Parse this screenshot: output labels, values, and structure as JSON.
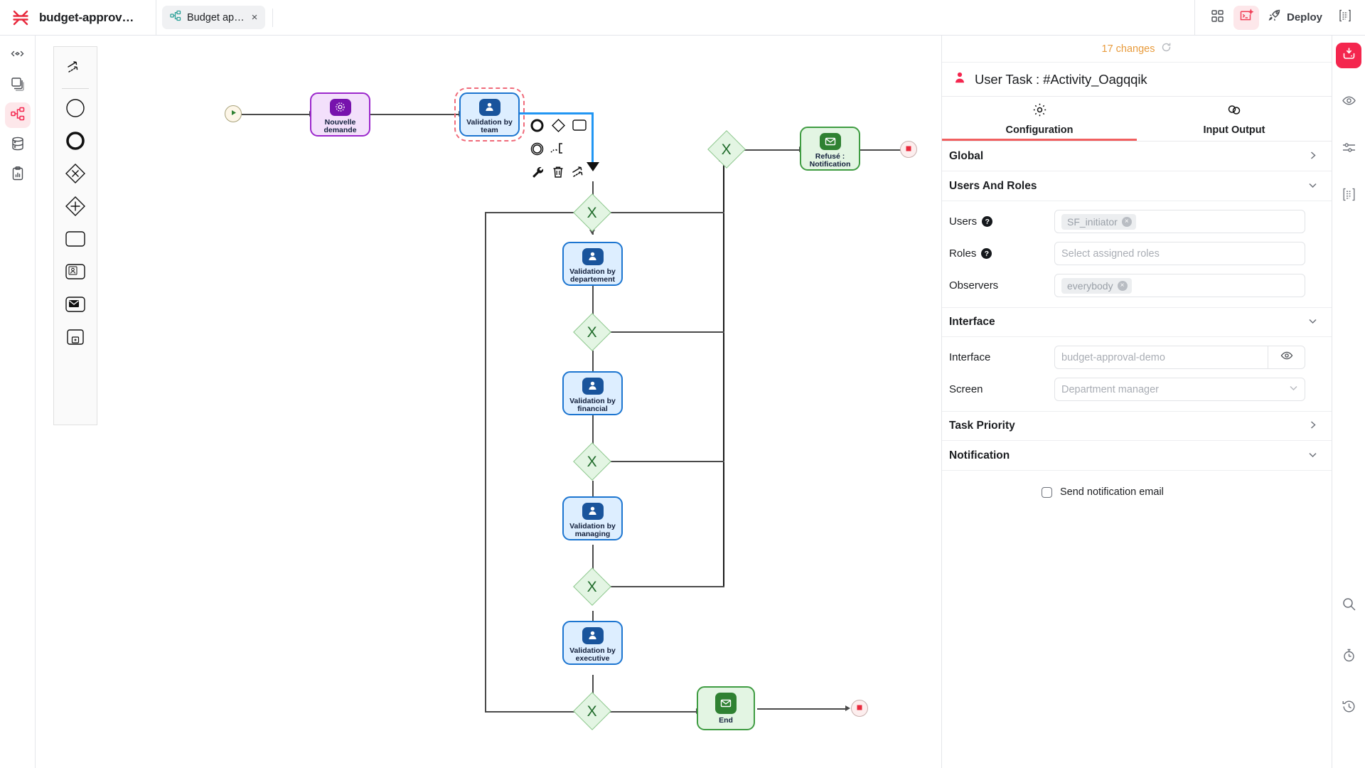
{
  "topbar": {
    "logo_icon": "xyz-logo-icon",
    "project_title": "budget-approv…",
    "tab": {
      "icon": "process-diagram-icon",
      "label": "Budget ap…",
      "close": "×"
    },
    "buttons": [
      {
        "name": "apps-grid-button",
        "icon": "apps-grid-icon",
        "label": ""
      },
      {
        "name": "script-editor-button",
        "icon": "script-sparkle-icon",
        "label": ""
      },
      {
        "name": "deploy-button",
        "icon": "rocket-icon",
        "label": "Deploy"
      },
      {
        "name": "documentation-button",
        "icon": "document-lines-icon",
        "label": ""
      }
    ]
  },
  "left_rail": [
    {
      "name": "sidebar-item-connectors",
      "icon": "arrows-horizontal-icon",
      "active": false
    },
    {
      "name": "sidebar-item-layers",
      "icon": "stacked-layers-icon",
      "active": false
    },
    {
      "name": "sidebar-item-process",
      "icon": "process-nodes-icon",
      "active": true
    },
    {
      "name": "sidebar-item-data",
      "icon": "database-icon",
      "active": false
    },
    {
      "name": "sidebar-item-reports",
      "icon": "clipboard-chart-icon",
      "active": false
    }
  ],
  "palette": [
    {
      "name": "palette-lasso-tool",
      "icon": "lasso-arrows-icon"
    },
    {
      "name": "palette-start-event",
      "icon": "circle-thin-icon"
    },
    {
      "name": "palette-end-event",
      "icon": "circle-thick-icon"
    },
    {
      "name": "palette-exclusive-gateway",
      "icon": "diamond-x-icon"
    },
    {
      "name": "palette-parallel-gateway",
      "icon": "diamond-plus-icon"
    },
    {
      "name": "palette-task",
      "icon": "rounded-rect-icon"
    },
    {
      "name": "palette-user-task",
      "icon": "user-task-icon"
    },
    {
      "name": "palette-send-task",
      "icon": "envelope-task-icon"
    },
    {
      "name": "palette-subprocess",
      "icon": "subprocess-plus-icon"
    }
  ],
  "context_pad": [
    {
      "name": "ctx-append-end-event",
      "icon": "circle-thick-icon"
    },
    {
      "name": "ctx-append-gateway",
      "icon": "diamond-icon"
    },
    {
      "name": "ctx-append-task",
      "icon": "rounded-rect-icon"
    },
    {
      "name": "ctx-append-intermediate-event",
      "icon": "circle-double-icon"
    },
    {
      "name": "ctx-append-text-annotation",
      "icon": "text-annotation-icon"
    },
    {
      "name": "ctx-change-type",
      "icon": "wrench-icon"
    },
    {
      "name": "ctx-delete",
      "icon": "trash-icon"
    },
    {
      "name": "ctx-connect",
      "icon": "connect-arrows-icon"
    }
  ],
  "diagram": {
    "nodes": [
      {
        "id": "start",
        "type": "start-event",
        "label": "",
        "icon": "play-icon"
      },
      {
        "id": "nouvelle-demande",
        "type": "service-task",
        "label": "Nouvelle demande",
        "icon": "gear-dotted-icon"
      },
      {
        "id": "validation-team",
        "type": "user-task",
        "label": "Validation by team",
        "icon": "user-icon",
        "selected": true
      },
      {
        "id": "gw-top",
        "type": "exclusive-gateway",
        "label": "X"
      },
      {
        "id": "gw-refuse",
        "type": "exclusive-gateway",
        "label": "X"
      },
      {
        "id": "refuse-notification",
        "type": "send-task",
        "label": "Refusé : Notification",
        "icon": "envelope-icon"
      },
      {
        "id": "end-refuse",
        "type": "end-event",
        "label": "",
        "icon": "stop-icon"
      },
      {
        "id": "validation-departement",
        "type": "user-task",
        "label": "Validation by departement",
        "icon": "user-icon"
      },
      {
        "id": "gw-1",
        "type": "exclusive-gateway",
        "label": "X"
      },
      {
        "id": "validation-financial",
        "type": "user-task",
        "label": "Validation by financial",
        "icon": "user-icon"
      },
      {
        "id": "gw-2",
        "type": "exclusive-gateway",
        "label": "X"
      },
      {
        "id": "validation-managing",
        "type": "user-task",
        "label": "Validation by managing",
        "icon": "user-icon"
      },
      {
        "id": "gw-3",
        "type": "exclusive-gateway",
        "label": "X"
      },
      {
        "id": "validation-executive",
        "type": "user-task",
        "label": "Validation by executive",
        "icon": "user-icon"
      },
      {
        "id": "gw-4",
        "type": "exclusive-gateway",
        "label": "X"
      },
      {
        "id": "end-task",
        "type": "send-task",
        "label": "End",
        "icon": "envelope-icon"
      },
      {
        "id": "end-final",
        "type": "end-event",
        "label": "",
        "icon": "stop-icon"
      }
    ]
  },
  "panel": {
    "changes": {
      "text": "17 changes",
      "refresh_icon": "refresh-icon"
    },
    "header": {
      "icon": "user-person-icon",
      "title": "User Task : #Activity_Oagqqik"
    },
    "tabs": [
      {
        "name": "tab-configuration",
        "icon": "gear-icon",
        "label": "Configuration",
        "active": true
      },
      {
        "name": "tab-input-output",
        "icon": "link-chain-icon",
        "label": "Input Output",
        "active": false
      }
    ],
    "sections": {
      "global": {
        "title": "Global",
        "chevron": "›",
        "expanded": false
      },
      "users_and_roles": {
        "title": "Users And Roles",
        "chevron": "⌄",
        "expanded": true,
        "fields": [
          {
            "label": "Users",
            "help": "?",
            "chip": "SF_initiator",
            "chip_remove": "×",
            "placeholder": ""
          },
          {
            "label": "Roles",
            "help": "?",
            "chip": "",
            "placeholder": "Select assigned roles"
          },
          {
            "label": "Observers",
            "help": "",
            "chip": "everybody",
            "chip_remove": "×",
            "placeholder": ""
          }
        ]
      },
      "interface": {
        "title": "Interface",
        "chevron": "⌄",
        "expanded": true,
        "fields": [
          {
            "label": "Interface",
            "value": "budget-approval-demo",
            "action_icon": "eye-icon"
          },
          {
            "label": "Screen",
            "value": "Department manager",
            "action_icon": "chevron-down-icon"
          }
        ]
      },
      "task_priority": {
        "title": "Task Priority",
        "chevron": "›",
        "expanded": false
      },
      "notification": {
        "title": "Notification",
        "chevron": "⌄",
        "expanded": true,
        "checkbox": {
          "label": "Send notification email",
          "checked": false
        }
      }
    }
  },
  "right_rail": {
    "top": [
      {
        "name": "rail-save-button",
        "icon": "save-download-icon",
        "accent": true
      },
      {
        "name": "rail-preview-button",
        "icon": "eye-icon",
        "accent": false
      },
      {
        "name": "rail-settings-button",
        "icon": "sliders-icon",
        "accent": false
      },
      {
        "name": "rail-document-button",
        "icon": "document-lines-icon",
        "accent": false
      }
    ],
    "bottom": [
      {
        "name": "rail-search-button",
        "icon": "search-icon"
      },
      {
        "name": "rail-timer-button",
        "icon": "stopwatch-icon"
      },
      {
        "name": "rail-history-button",
        "icon": "history-clock-icon"
      }
    ]
  }
}
